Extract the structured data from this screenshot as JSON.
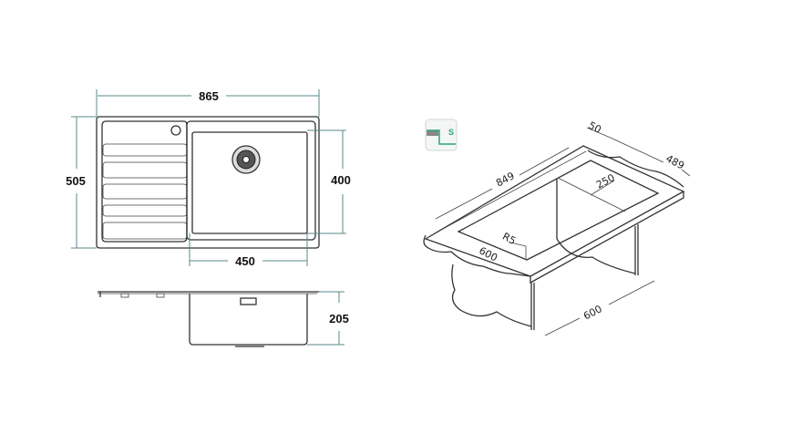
{
  "top_view": {
    "width_label": "865",
    "depth_label": "505",
    "bowl_depth_label": "400",
    "bowl_width_label": "450"
  },
  "side_view": {
    "bowl_height_label": "205"
  },
  "isometric_view": {
    "icon": "flush-mount-icon",
    "icon_letter": "S",
    "cutout_length_label": "849",
    "rim_label": "50",
    "cutout_depth_label": "489",
    "offset_label": "250",
    "radius_label": "R5",
    "cabinet_depth_label": "600",
    "cabinet_width_label": "600"
  },
  "colors": {
    "line": "#333333",
    "dimension": "#5a8a8a",
    "icon_accent": "#2aa37a"
  }
}
